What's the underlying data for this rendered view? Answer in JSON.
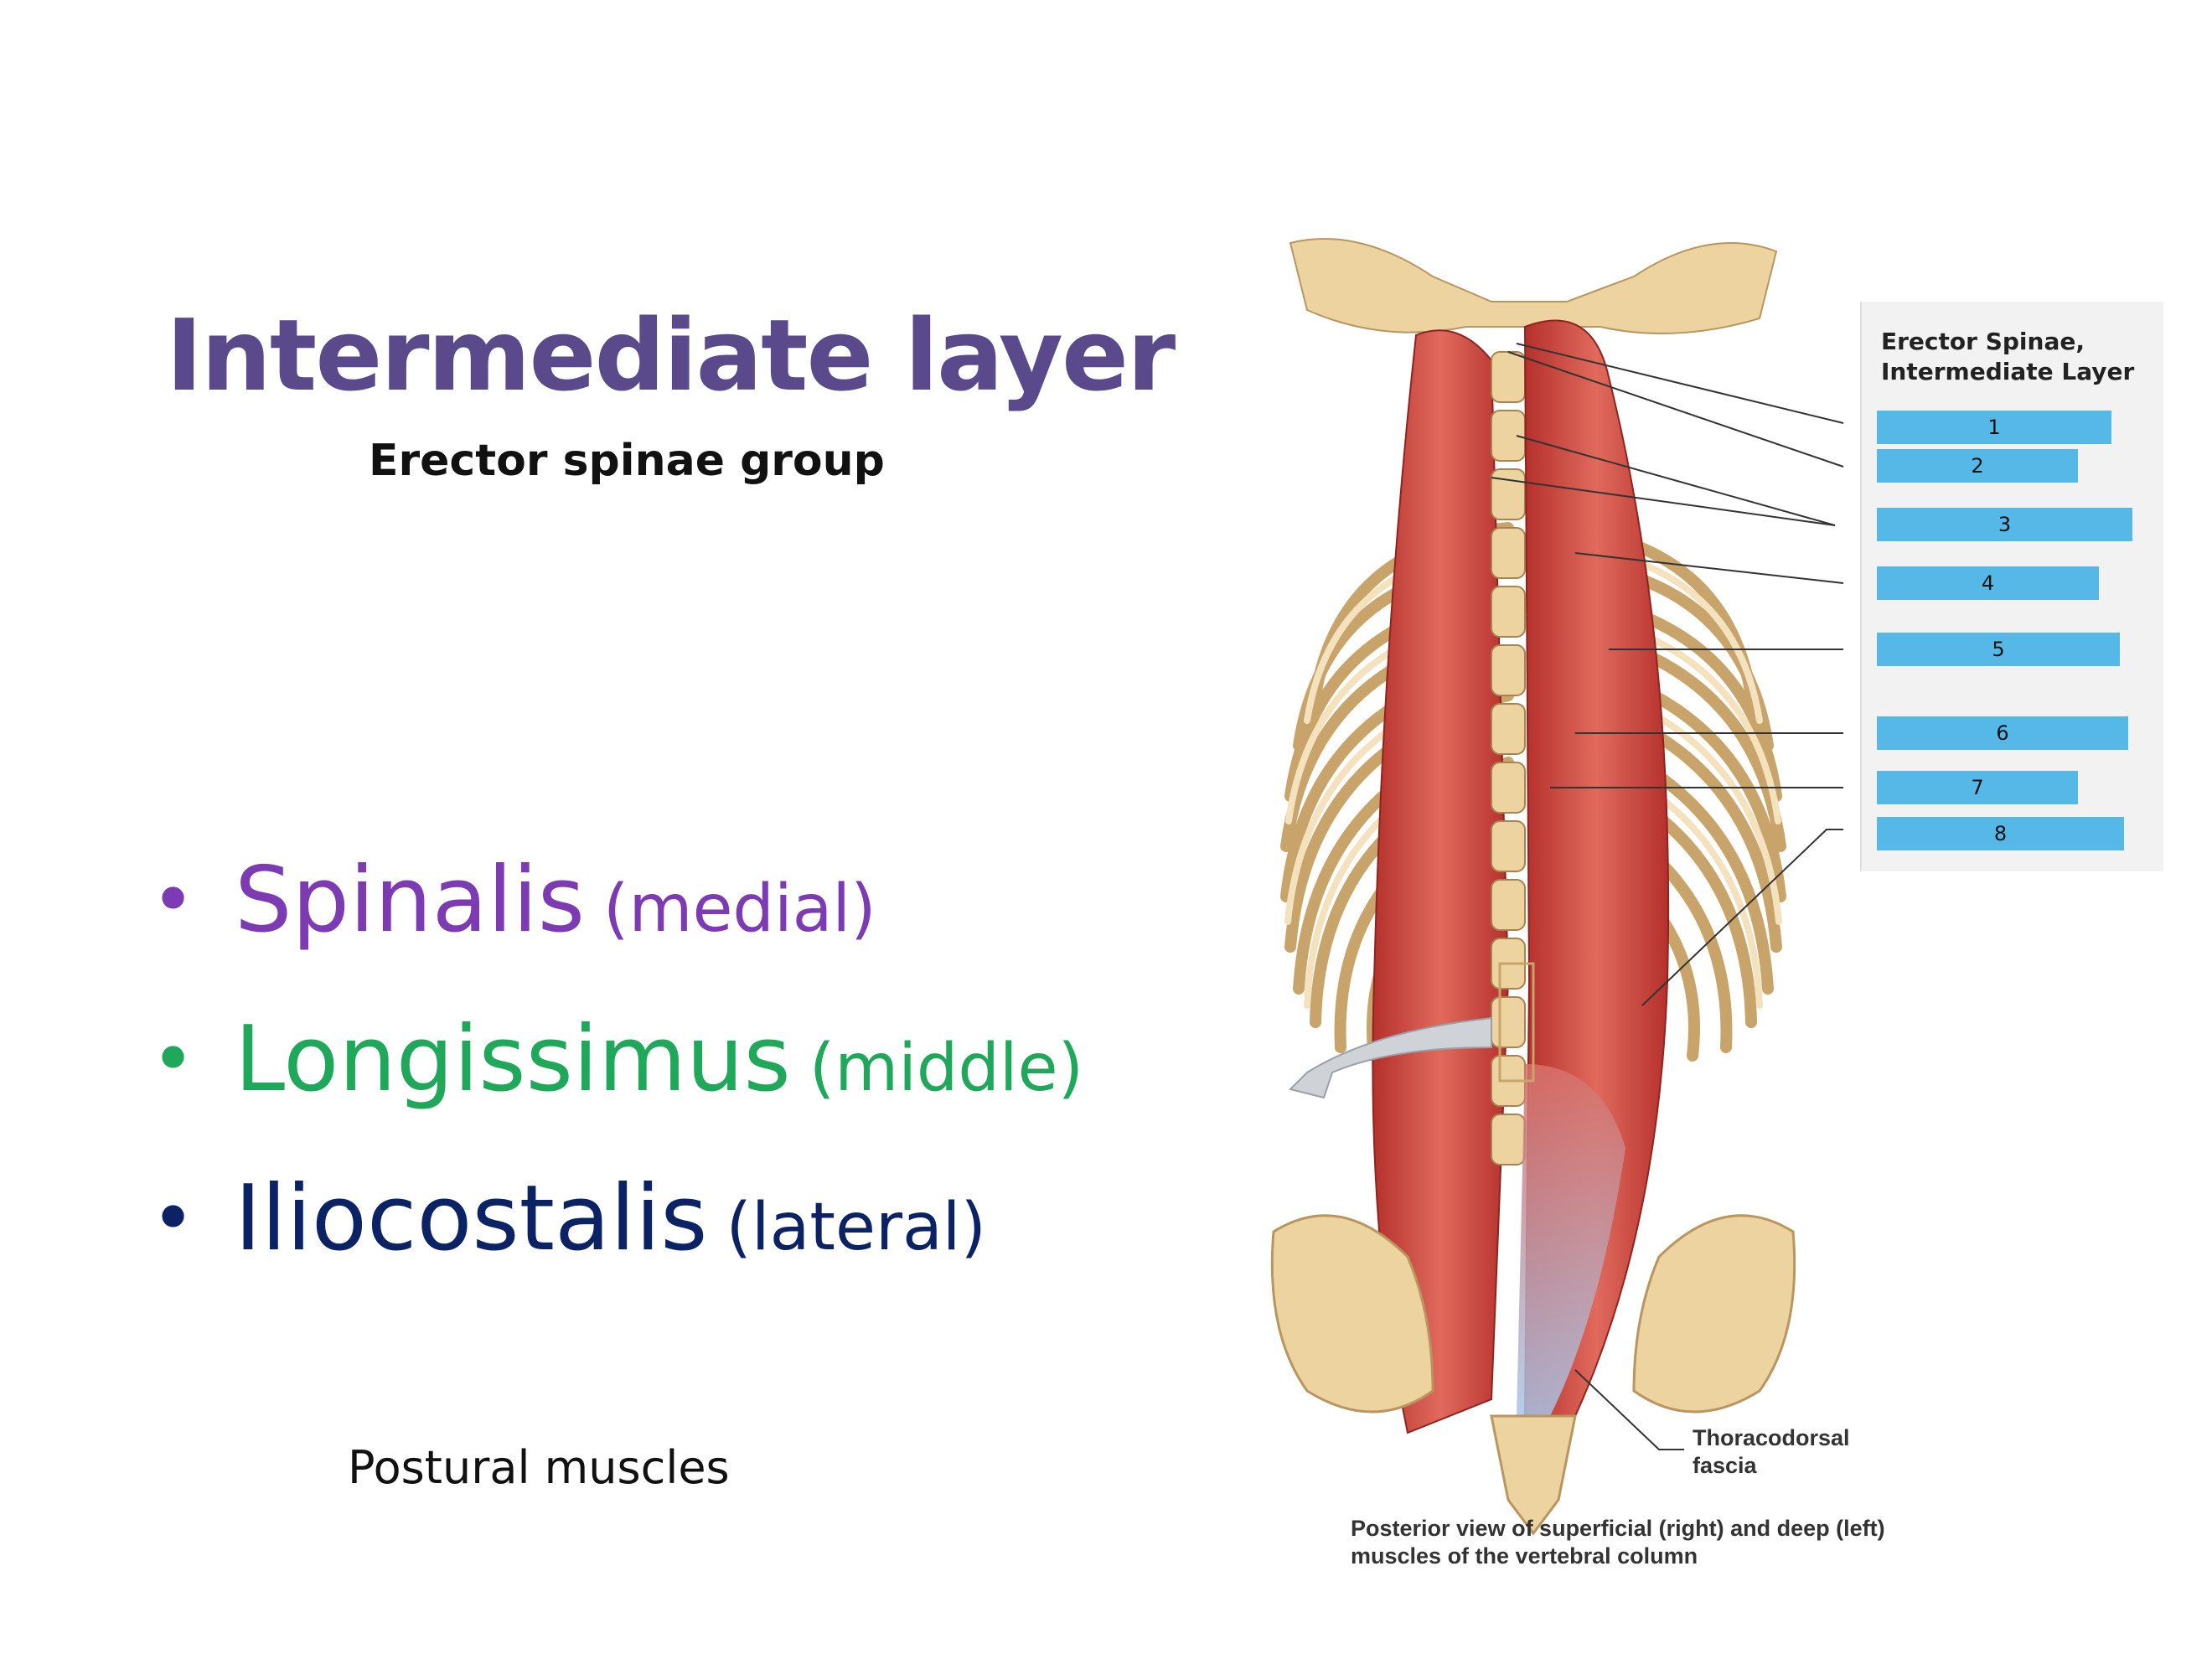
{
  "slide": {
    "title": "Intermediate layer",
    "subtitle": "Erector spinae group",
    "bullets": [
      {
        "main": "Spinalis",
        "note": "(medial)",
        "color": "#7d3bb3"
      },
      {
        "main": "Longissimus",
        "note": "(middle)",
        "color": "#1fa75a"
      },
      {
        "main": "Iliocostalis",
        "note": "(lateral)",
        "color": "#0b2365"
      }
    ],
    "footnote": "Postural muscles"
  },
  "figure": {
    "legend_title": "Erector Spinae, Intermediate Layer",
    "labels": [
      "1",
      "2",
      "3",
      "4",
      "5",
      "6",
      "7",
      "8"
    ],
    "callout_line1": "Thoracodorsal",
    "callout_line2": "fascia",
    "caption": "Posterior view of superficial (right) and deep (left) muscles of the vertebral column",
    "colors": {
      "label_fill": "#56b8e6",
      "muscle": "#c9403a",
      "bone": "#ecd3a0"
    }
  }
}
